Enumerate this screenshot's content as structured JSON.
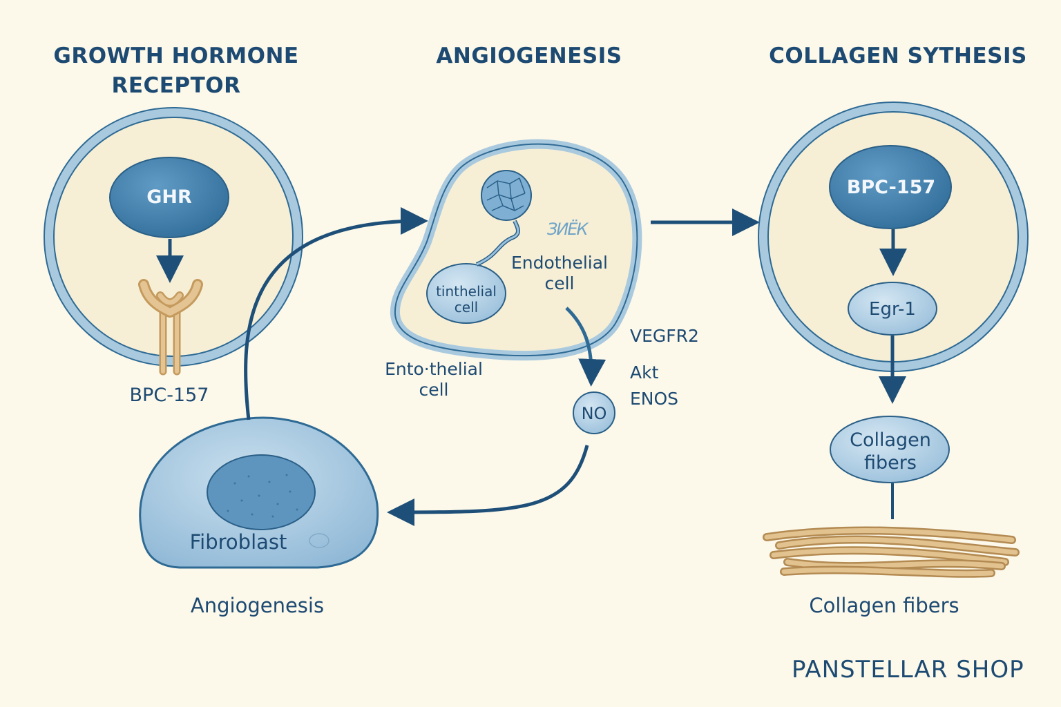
{
  "titles": {
    "growth_hormone_receptor": "GROWTH HORMONE\nRECEPTOR",
    "angiogenesis": "ANGIOGENESIS",
    "collagen_synthesis": "COLLAGEN SYTHESIS"
  },
  "left_cell": {
    "ghr": "GHR",
    "bpc157": "BPC-157"
  },
  "fibroblast": {
    "label": "Fibroblast",
    "caption": "Angiogenesis"
  },
  "middle_cell": {
    "small_cell_label": "tinthelial\ncell",
    "scribble": "ЗИЁК",
    "endothelial_label": "Endothelial\ncell",
    "outer_label": "Ento·thelial\ncell",
    "no": "NO",
    "vegfr2": "VEGFR2",
    "akt": "Akt",
    "enos": "ENOS"
  },
  "right_cell": {
    "bpc157": "BPC-157",
    "egr1": "Egr-1",
    "collagen_fibers_node": "Collagen\nfibers",
    "caption": "Collagen fibers"
  },
  "brand": "PANSTELLAR SHOP",
  "colors": {
    "background": "#fcf8ea",
    "text": "#1d4a72",
    "cell_fill": "#f6efd6",
    "membrane": "#a9c9de",
    "node": "#3f7fab",
    "node_light": "#b6d3e7",
    "receptor": "#d6b27a",
    "arrow": "#1e4f78"
  }
}
